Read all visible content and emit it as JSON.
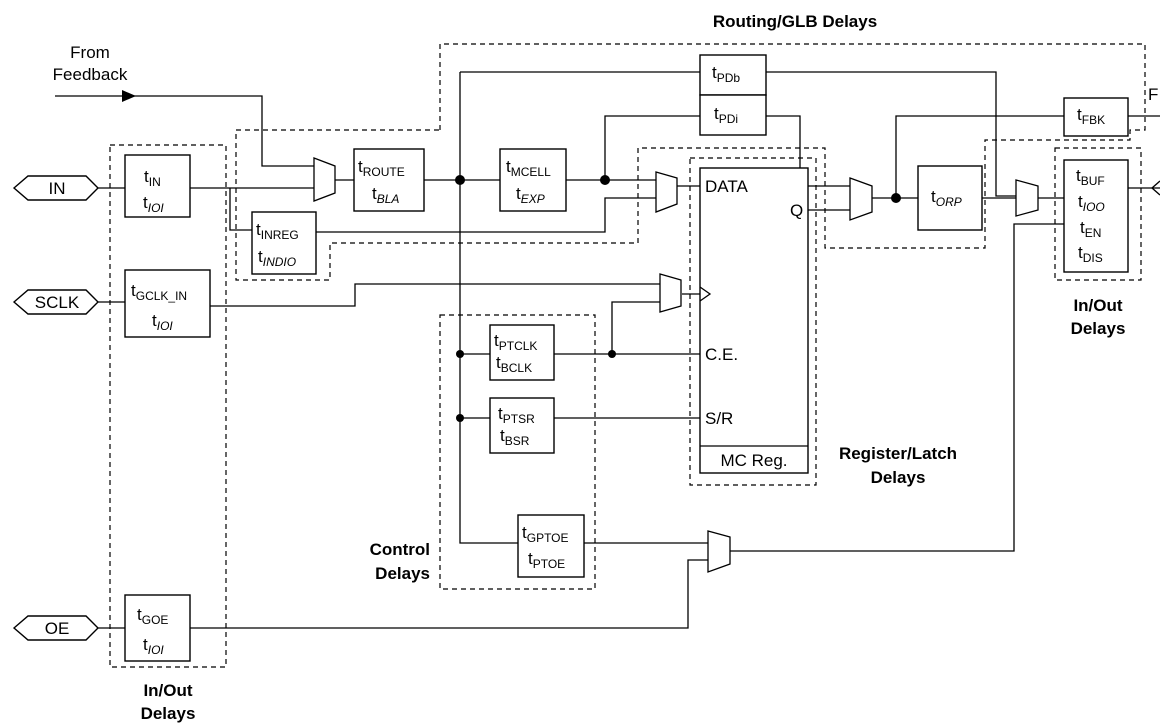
{
  "inputs": {
    "in": "IN",
    "sclk": "SCLK",
    "oe": "OE"
  },
  "feedback": {
    "line1": "From",
    "line2": "Feedback",
    "out_partial": "F"
  },
  "groups": {
    "routing_glb": "Routing/GLB Delays",
    "inout_left_1": "In/Out",
    "inout_left_2": "Delays",
    "inout_right_1": "In/Out",
    "inout_right_2": "Delays",
    "control_1": "Control",
    "control_2": "Delays",
    "register_1": "Register/Latch",
    "register_2": "Delays"
  },
  "register": {
    "data": "DATA",
    "q": "Q",
    "ce": "C.E.",
    "sr": "S/R",
    "name": "MC Reg."
  },
  "delays": {
    "t_in": "t",
    "t_in_sub": "IN",
    "t_ioi_1": "t",
    "t_ioi_1_sub": "IOI",
    "t_inreg": "t",
    "t_inreg_sub": "INREG",
    "t_indio": "t",
    "t_indio_sub": "INDIO",
    "t_gclk": "t",
    "t_gclk_sub": "GCLK_IN",
    "t_ioi_2": "t",
    "t_ioi_2_sub": "IOI",
    "t_goe": "t",
    "t_goe_sub": "GOE",
    "t_ioi_3": "t",
    "t_ioi_3_sub": "IOI",
    "t_route": "t",
    "t_route_sub": "ROUTE",
    "t_bla": "t",
    "t_bla_sub": "BLA",
    "t_mcell": "t",
    "t_mcell_sub": "MCELL",
    "t_exp": "t",
    "t_exp_sub": "EXP",
    "t_pdb": "t",
    "t_pdb_sub": "PDb",
    "t_pdi": "t",
    "t_pdi_sub": "PDi",
    "t_fbk": "t",
    "t_fbk_sub": "FBK",
    "t_orp": "t",
    "t_orp_sub": "ORP",
    "t_buf": "t",
    "t_buf_sub": "BUF",
    "t_ioo": "t",
    "t_ioo_sub": "IOO",
    "t_en": "t",
    "t_en_sub": "EN",
    "t_dis": "t",
    "t_dis_sub": "DIS",
    "t_ptclk": "t",
    "t_ptclk_sub": "PTCLK",
    "t_bclk": "t",
    "t_bclk_sub": "BCLK",
    "t_ptsr": "t",
    "t_ptsr_sub": "PTSR",
    "t_bsr": "t",
    "t_bsr_sub": "BSR",
    "t_gptoe": "t",
    "t_gptoe_sub": "GPTOE",
    "t_ptoe": "t",
    "t_ptoe_sub": "PTOE"
  }
}
